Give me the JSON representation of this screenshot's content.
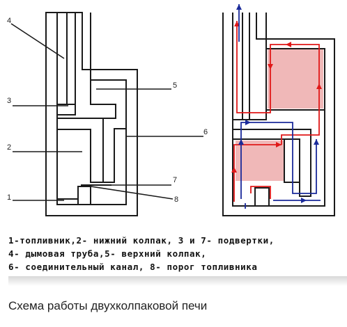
{
  "labels": {
    "n1": "1",
    "n2": "2",
    "n3": "3",
    "n4": "4",
    "n5": "5",
    "n6": "6",
    "n7": "7",
    "n8": "8"
  },
  "legend": [
    "1-топливник,2- нижний колпак, 3 и 7- подвертки,",
    "4- дымовая труба,5- верхний колпак,",
    "6- соединительный канал, 8- порог топливника"
  ],
  "caption": "Схема работы двухколпаковой печи",
  "colors": {
    "wall": "#1a1a1a",
    "hot_flow": "#e01818",
    "cold_flow": "#1a2a9a",
    "chamber_fill": "#f0b8b8"
  }
}
